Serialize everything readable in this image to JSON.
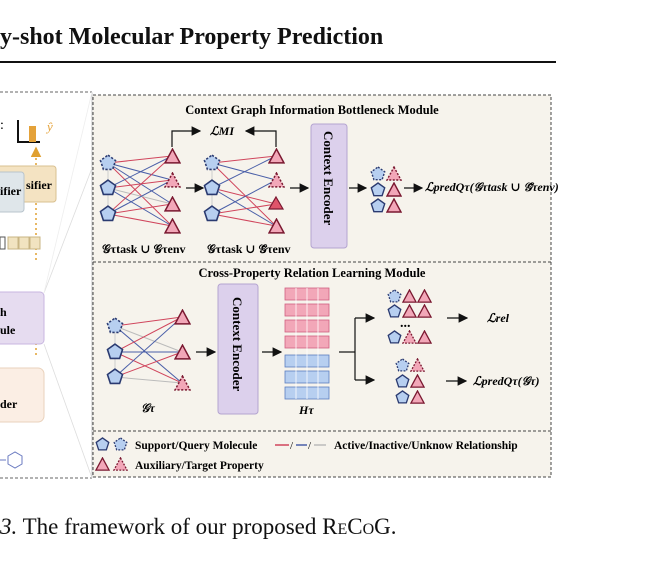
{
  "header": {
    "title": "y-shot Molecular Property Prediction"
  },
  "left_panel": {
    "output_label": "ŷ",
    "classifier_back": "sifier",
    "classifier_front": "ifier",
    "module_text_1": "h",
    "module_text_2": "ule",
    "encoder_text": "der"
  },
  "cgib": {
    "title": "Context Graph Information Bottleneck Module",
    "mi_loss": "ℒMI",
    "encoder": "Context Encoder",
    "graph_label_1": "𝒢τtask ∪ 𝒢τenv",
    "graph_label_2": "𝒢τtask ∪ 𝒢̃τenv",
    "pred_loss": "ℒpredQτ(𝒢τtask ∪ 𝒢̃τenv)"
  },
  "cprl": {
    "title": "Cross-Property Relation Learning Module",
    "encoder": "Context Encoder",
    "graph_label": "𝒢τ",
    "hidden_label": "Hτ",
    "rel_loss": "ℒrel",
    "pred_loss": "ℒpredQτ(𝒢τ)",
    "ellipsis": "..."
  },
  "legend": {
    "molecule": "Support/Query Molecule",
    "relationship": "Active/Inactive/Unknow Relationship",
    "property": "Auxiliary/Target Property"
  },
  "caption": {
    "number": "3.",
    "text_prefix": "The framework of our proposed ",
    "model_name": "ReCoG",
    "text_suffix": "."
  },
  "colors": {
    "pink": "#f2a7b8",
    "blue": "#b7cff0",
    "purple_box": "#dcd0ec",
    "beige": "#f6f2ea",
    "red_edge": "#d0455c",
    "blue_edge": "#4a5fa8"
  }
}
